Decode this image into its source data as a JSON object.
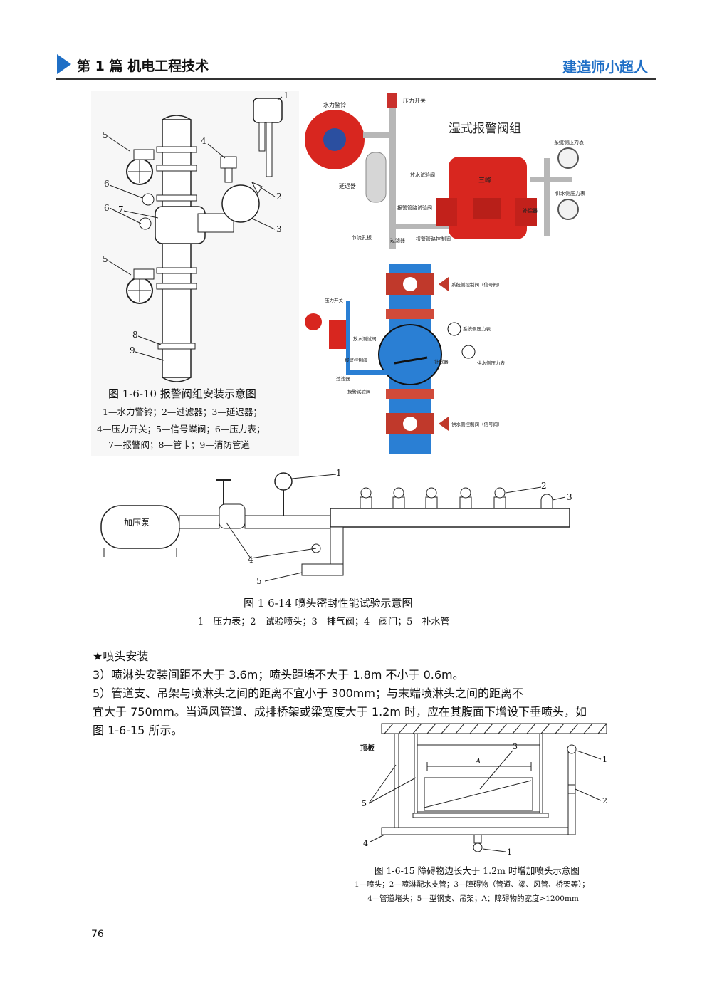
{
  "header": {
    "title": "第 1 篇  机电工程技术",
    "brand": "建造师小超人"
  },
  "fig_1_6_10": {
    "callouts": [
      "1",
      "2",
      "3",
      "4",
      "5",
      "6",
      "6",
      "7",
      "5",
      "8",
      "9"
    ],
    "caption_title": "图 1-6-10   报警阀组安装示意图",
    "legend_lines": [
      "1—水力警铃；2—过滤器；3—延迟器；",
      "4—压力开关；5—信号蝶阀；6—压力表；",
      "7—报警阀；8—管卡；9—消防管道"
    ]
  },
  "photo_wet": {
    "title": "湿式报警阀组",
    "labels": {
      "bell": "水力警铃",
      "pswitch": "压力开关",
      "delay": "延迟器",
      "sys_gauge": "系统侧压力表",
      "drain_test": "放水试验阀",
      "supply_gauge": "供水侧压力表",
      "alarm_test": "报警管路试验阀",
      "compensator": "补偿器",
      "orifice": "节流孔板",
      "filter": "过滤器",
      "alarm_ctrl": "报警管路控制阀",
      "brand": "三峰"
    }
  },
  "schematic": {
    "labels": {
      "pswitch": "压力开关",
      "sys_ctrl": "系统侧控制阀（信号阀）",
      "sys_gauge": "系统侧压力表",
      "drain_test": "放水测试阀",
      "alarm_ctrl": "报警控制阀",
      "compensator": "补偿器",
      "supply_gauge": "供水侧压力表",
      "filter": "过滤器",
      "alarm_test": "报警试验阀",
      "supply_ctrl": "供水侧控制阀（信号阀）"
    }
  },
  "fig_1_6_14": {
    "pump_label": "加压泵",
    "callouts": [
      "1",
      "2",
      "3",
      "4",
      "5"
    ],
    "caption_title": "图 1 6-14    喷头密封性能试验示意图",
    "legend": "1—压力表；2—试验喷头；3—排气阀；4—阀门；5—补水管"
  },
  "text": {
    "heading": "★喷头安装",
    "line1": "3）喷淋头安装间距不大于  3.6m；喷头距墙不大于  1.8m 不小于 0.6m。",
    "line2": "5）管道支、吊架与喷淋头之间的距离不宜小于 300mm；与末端喷淋头之间的距离不",
    "line3": "宜大于 750mm。当通风管道、成排桥架或梁宽度大于 1.2m 时，应在其腹面下增设下垂喷头，如",
    "line4": "图  1-6-15  所示。"
  },
  "fig_1_6_15": {
    "ceiling_label": "顶板",
    "dim_label": "A",
    "callouts": [
      "1",
      "2",
      "3",
      "4",
      "5",
      "1"
    ],
    "caption_title": "图 1-6-15    障碍物边长大于 1.2m 时增加喷头示意图",
    "legend_lines": [
      "1—喷头；2—喷淋配水支管；3—障碍物（管道、梁、风管、桥架等）；",
      "4—管道堵头；5—型钢支、吊架；A：障碍物的宽度>1200mm"
    ]
  },
  "footer": {
    "page_number": "76"
  },
  "colors": {
    "accent": "#1f6fc6",
    "valve_red": "#d8261f",
    "pipe_blue": "#2a7fd4"
  }
}
